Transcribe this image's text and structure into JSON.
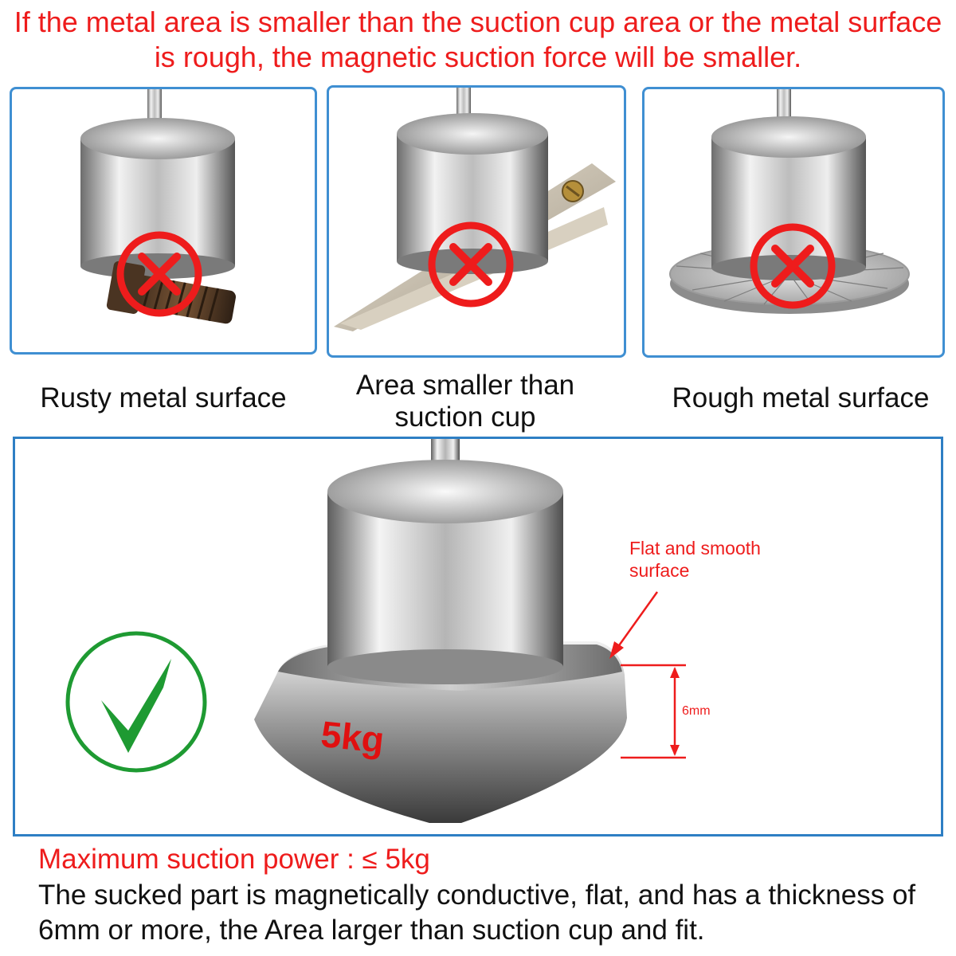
{
  "headline": "If the metal area is smaller than the suction cup area or the metal surface is rough, the magnetic suction force will be smaller.",
  "panels": [
    {
      "caption": "Rusty metal surface",
      "status": "cross-icon"
    },
    {
      "caption": "Area smaller than suction cup",
      "status": "cross-icon"
    },
    {
      "caption": "Rough metal surface",
      "status": "cross-icon"
    }
  ],
  "main": {
    "status": "checkmark-icon",
    "callout": "Flat and smooth surface",
    "thickness": "6mm",
    "weight": "5kg"
  },
  "footer": {
    "title": "Maximum suction power : ≤ 5kg",
    "body": "The sucked part is magnetically conductive, flat, and has a thickness of 6mm or more, the Area larger than suction cup and fit."
  },
  "colors": {
    "accent_red": "#ee1c1c",
    "panel_border": "#3f8fd2",
    "check_green": "#1e9a32"
  }
}
